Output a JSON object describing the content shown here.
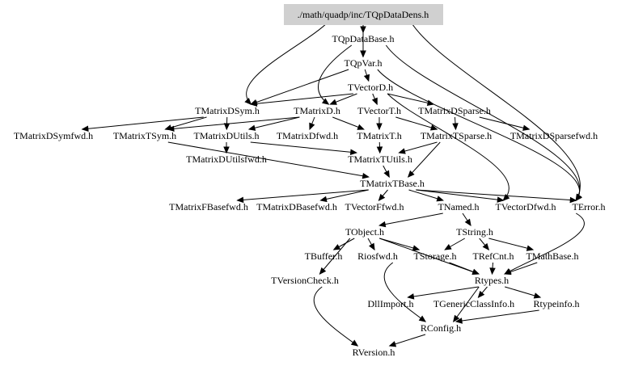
{
  "graph": {
    "root": "./math/quadp/inc/TQpDataDens.h",
    "root_fill": "#d0d0d0",
    "nodes": [
      {
        "id": "root",
        "label": "./math/quadp/inc/TQpDataDens.h"
      },
      {
        "id": "qpdb",
        "label": "TQpDataBase.h"
      },
      {
        "id": "qpvar",
        "label": "TQpVar.h"
      },
      {
        "id": "vecd",
        "label": "TVectorD.h"
      },
      {
        "id": "mdsym",
        "label": "TMatrixDSym.h"
      },
      {
        "id": "md",
        "label": "TMatrixD.h"
      },
      {
        "id": "vect",
        "label": "TVectorT.h"
      },
      {
        "id": "mdsp",
        "label": "TMatrixDSparse.h"
      },
      {
        "id": "mdsymfwd",
        "label": "TMatrixDSymfwd.h"
      },
      {
        "id": "mtsym",
        "label": "TMatrixTSym.h"
      },
      {
        "id": "mdutils",
        "label": "TMatrixDUtils.h"
      },
      {
        "id": "mdfwd",
        "label": "TMatrixDfwd.h"
      },
      {
        "id": "mt",
        "label": "TMatrixT.h"
      },
      {
        "id": "mtsp",
        "label": "TMatrixTSparse.h"
      },
      {
        "id": "mdspfwd",
        "label": "TMatrixDSparsefwd.h"
      },
      {
        "id": "mdutilsfwd",
        "label": "TMatrixDUtilsfwd.h"
      },
      {
        "id": "mtutils",
        "label": "TMatrixTUtils.h"
      },
      {
        "id": "mtbase",
        "label": "TMatrixTBase.h"
      },
      {
        "id": "mfbfwd",
        "label": "TMatrixFBasefwd.h"
      },
      {
        "id": "mdbfwd",
        "label": "TMatrixDBasefwd.h"
      },
      {
        "id": "vffwd",
        "label": "TVectorFfwd.h"
      },
      {
        "id": "named",
        "label": "TNamed.h"
      },
      {
        "id": "vdfwd",
        "label": "TVectorDfwd.h"
      },
      {
        "id": "terror",
        "label": "TError.h"
      },
      {
        "id": "tobject",
        "label": "TObject.h"
      },
      {
        "id": "tstring",
        "label": "TString.h"
      },
      {
        "id": "tbuffer",
        "label": "TBuffer.h"
      },
      {
        "id": "riosfwd",
        "label": "Riosfwd.h"
      },
      {
        "id": "tstorage",
        "label": "TStorage.h"
      },
      {
        "id": "trefcnt",
        "label": "TRefCnt.h"
      },
      {
        "id": "tmathbase",
        "label": "TMathBase.h"
      },
      {
        "id": "tvercheck",
        "label": "TVersionCheck.h"
      },
      {
        "id": "rtypes",
        "label": "Rtypes.h"
      },
      {
        "id": "dllimport",
        "label": "DllImport.h"
      },
      {
        "id": "tgci",
        "label": "TGenericClassInfo.h"
      },
      {
        "id": "rtypeinfo",
        "label": "Rtypeinfo.h"
      },
      {
        "id": "rconfig",
        "label": "RConfig.h"
      },
      {
        "id": "rversion",
        "label": "RVersion.h"
      }
    ],
    "edges": [
      [
        "root",
        "qpdb"
      ],
      [
        "root",
        "qpvar"
      ],
      [
        "root",
        "mdsym"
      ],
      [
        "root",
        "terror"
      ],
      [
        "qpdb",
        "qpvar"
      ],
      [
        "qpdb",
        "md"
      ],
      [
        "qpdb",
        "terror"
      ],
      [
        "qpvar",
        "vecd"
      ],
      [
        "qpvar",
        "mdsym"
      ],
      [
        "qpvar",
        "terror"
      ],
      [
        "vecd",
        "mdsym"
      ],
      [
        "vecd",
        "md"
      ],
      [
        "vecd",
        "vect"
      ],
      [
        "vecd",
        "mdsp"
      ],
      [
        "vecd",
        "vdfwd"
      ],
      [
        "mdsym",
        "mdsymfwd"
      ],
      [
        "mdsym",
        "mtsym"
      ],
      [
        "mdsym",
        "mdutils"
      ],
      [
        "md",
        "mdfwd"
      ],
      [
        "md",
        "mt"
      ],
      [
        "md",
        "mtsym"
      ],
      [
        "md",
        "mdutils"
      ],
      [
        "vect",
        "mt"
      ],
      [
        "vect",
        "mtsp"
      ],
      [
        "mdsp",
        "mtsp"
      ],
      [
        "mdsp",
        "mdspfwd"
      ],
      [
        "mtsym",
        "mtbase"
      ],
      [
        "mdutils",
        "mdutilsfwd"
      ],
      [
        "mdutils",
        "mtutils"
      ],
      [
        "mt",
        "mtutils"
      ],
      [
        "mtsp",
        "mtutils"
      ],
      [
        "mtsp",
        "mtbase"
      ],
      [
        "mtutils",
        "mtbase"
      ],
      [
        "mtbase",
        "mfbfwd"
      ],
      [
        "mtbase",
        "mdbfwd"
      ],
      [
        "mtbase",
        "vffwd"
      ],
      [
        "mtbase",
        "named"
      ],
      [
        "mtbase",
        "vdfwd"
      ],
      [
        "mtbase",
        "terror"
      ],
      [
        "named",
        "tobject"
      ],
      [
        "named",
        "tstring"
      ],
      [
        "tobject",
        "tbuffer"
      ],
      [
        "tobject",
        "riosfwd"
      ],
      [
        "tobject",
        "tstorage"
      ],
      [
        "tobject",
        "tvercheck"
      ],
      [
        "tobject",
        "rtypes"
      ],
      [
        "tstring",
        "tstorage"
      ],
      [
        "tstring",
        "trefcnt"
      ],
      [
        "tstring",
        "tmathbase"
      ],
      [
        "tstorage",
        "rtypes"
      ],
      [
        "trefcnt",
        "rtypes"
      ],
      [
        "tmathbase",
        "rtypes"
      ],
      [
        "terror",
        "rtypes"
      ],
      [
        "rtypes",
        "dllimport"
      ],
      [
        "rtypes",
        "tgci"
      ],
      [
        "rtypes",
        "rtypeinfo"
      ],
      [
        "rtypes",
        "rconfig"
      ],
      [
        "riosfwd",
        "rconfig"
      ],
      [
        "rtypeinfo",
        "rconfig"
      ],
      [
        "tvercheck",
        "rversion"
      ],
      [
        "rconfig",
        "rversion"
      ]
    ]
  }
}
